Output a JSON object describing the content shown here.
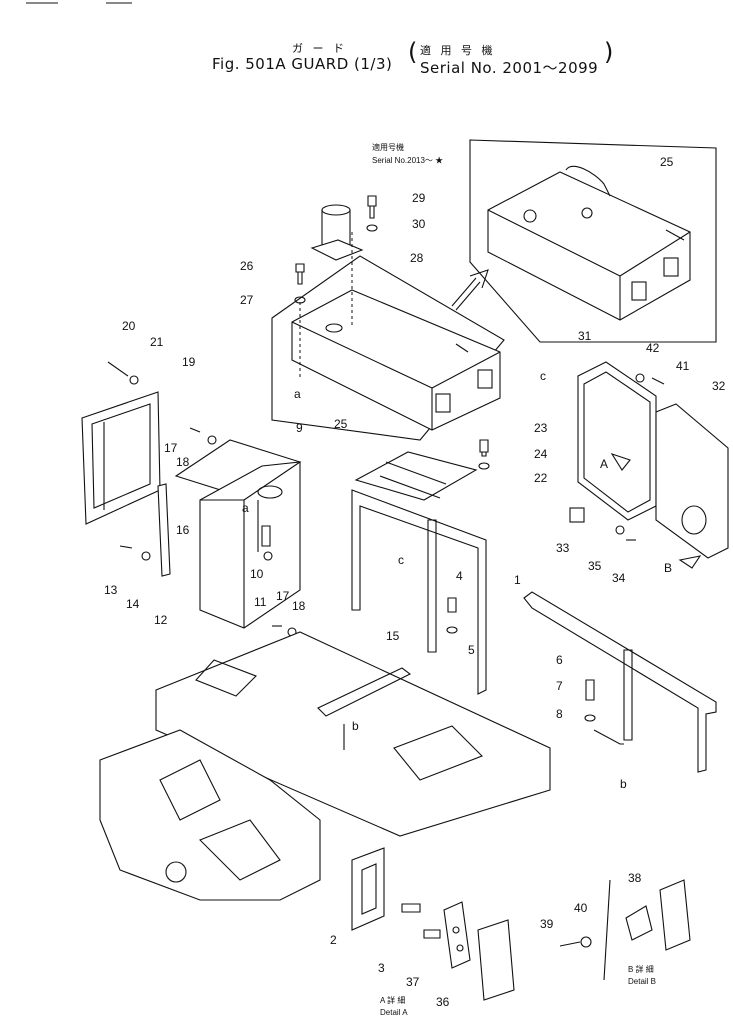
{
  "header": {
    "title_jp": "ガ ー ド",
    "title": "Fig. 501A  GUARD  (1/3)",
    "serial_jp": "適 用 号 機",
    "serial": "Serial  No. 2001～2099"
  },
  "inset": {
    "note_jp": "適用号機",
    "note": "Serial  No.2013～  ★"
  },
  "callouts": [
    {
      "n": "1"
    },
    {
      "n": "2"
    },
    {
      "n": "3"
    },
    {
      "n": "4"
    },
    {
      "n": "5"
    },
    {
      "n": "6"
    },
    {
      "n": "7"
    },
    {
      "n": "8"
    },
    {
      "n": "9"
    },
    {
      "n": "10"
    },
    {
      "n": "11"
    },
    {
      "n": "12"
    },
    {
      "n": "13"
    },
    {
      "n": "14"
    },
    {
      "n": "15"
    },
    {
      "n": "16"
    },
    {
      "n": "17"
    },
    {
      "n": "18"
    },
    {
      "n": "19"
    },
    {
      "n": "20"
    },
    {
      "n": "21"
    },
    {
      "n": "22"
    },
    {
      "n": "23"
    },
    {
      "n": "24"
    },
    {
      "n": "25"
    },
    {
      "n": "26"
    },
    {
      "n": "27"
    },
    {
      "n": "28"
    },
    {
      "n": "29"
    },
    {
      "n": "30"
    },
    {
      "n": "31"
    },
    {
      "n": "32"
    },
    {
      "n": "33"
    },
    {
      "n": "34"
    },
    {
      "n": "35"
    },
    {
      "n": "36"
    },
    {
      "n": "37"
    },
    {
      "n": "38"
    },
    {
      "n": "39"
    },
    {
      "n": "40"
    },
    {
      "n": "41"
    },
    {
      "n": "42"
    },
    {
      "n": "25"
    },
    {
      "n": "25"
    },
    {
      "n": "17"
    },
    {
      "n": "18"
    }
  ],
  "refs": {
    "a": "a",
    "b": "b",
    "c": "c",
    "A": "A",
    "B": "B"
  },
  "details": {
    "a_jp": "A  詳  細",
    "a": "Detail  A",
    "b_jp": "B  詳  細",
    "b": "Detail  B"
  }
}
